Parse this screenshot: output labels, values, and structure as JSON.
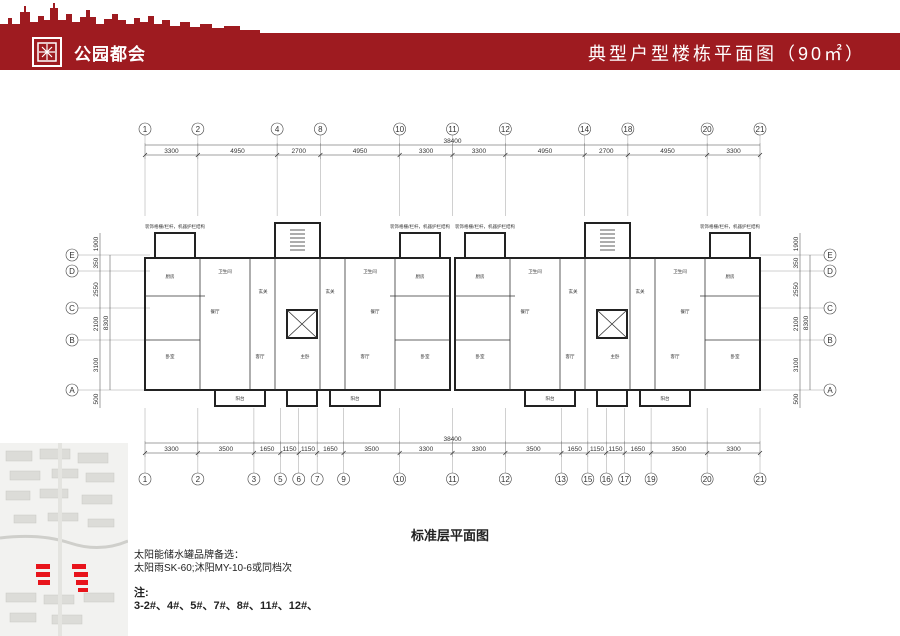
{
  "header": {
    "brand": "公园都会",
    "title": "典型户型楼栋平面图（90㎡）"
  },
  "plan": {
    "caption": "标准层平面图",
    "top_axes": [
      "1",
      "2",
      "4",
      "8",
      "10",
      "11",
      "12",
      "14",
      "18",
      "20",
      "21"
    ],
    "top_total": "38400",
    "top_dims": [
      "3300",
      "4950",
      "2700",
      "4950",
      "3300",
      "3300",
      "4950",
      "2700",
      "4950",
      "3300"
    ],
    "bottom_axes": [
      "1",
      "2",
      "3",
      "5",
      "6",
      "7",
      "9",
      "10",
      "11",
      "12",
      "13",
      "15",
      "16",
      "17",
      "19",
      "20",
      "21"
    ],
    "bottom_total": "38400",
    "bottom_dims": [
      "3300",
      "3500",
      "1650",
      "1150",
      "1150",
      "1650",
      "3500",
      "3300",
      "3300",
      "3500",
      "1650",
      "1150",
      "1150",
      "1650",
      "3500",
      "3300"
    ],
    "side_axes": [
      "E",
      "D",
      "C",
      "B",
      "A"
    ],
    "side_dims": [
      "1900",
      "350",
      "2550",
      "2100",
      "3100",
      "500"
    ],
    "side_total": "8300",
    "rooms": [
      "卧室",
      "餐厅",
      "客厅",
      "厨房",
      "卫生间",
      "阳台",
      "主卧",
      "玄关"
    ],
    "ac_note": "装饰格栅/栏杆，机器护栏结构"
  },
  "notes": {
    "line1": "太阳能储水罐品牌备选：",
    "line2": "太阳雨SK-60;沐阳MY-10-6或同档次",
    "label": "注:",
    "buildings": "3-2#、4#、5#、7#、8#、11#、12#、"
  },
  "colors": {
    "banner": "#9e1b20",
    "highlight": "#e8141b"
  }
}
